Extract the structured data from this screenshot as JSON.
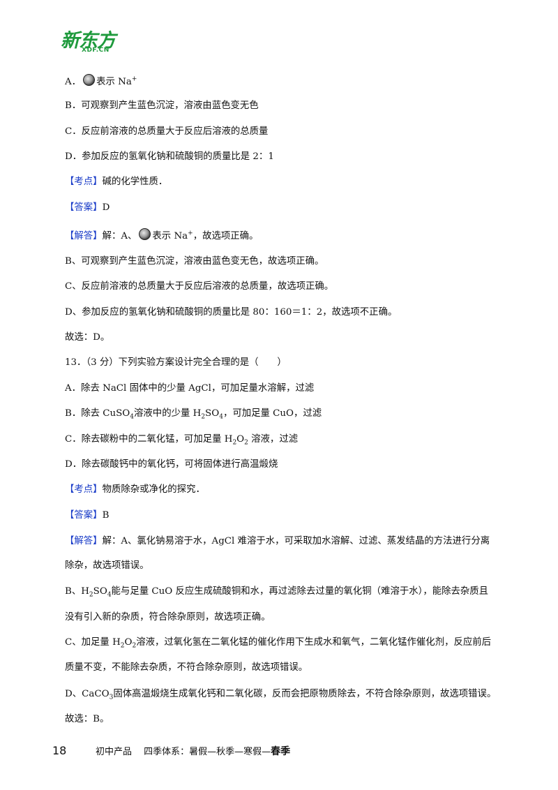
{
  "header": {
    "logo_main": "新东方",
    "logo_sub": "XDF.CN"
  },
  "q12": {
    "optA_prefix": "A．",
    "optA_text": "表示 Na",
    "optA_sup": "+",
    "optB": "B．可观察到产生蓝色沉淀，溶液由蓝色变无色",
    "optC": "C．反应前溶液的总质量大于反应后溶液的总质量",
    "optD": "D．参加反应的氢氧化钠和硫酸铜的质量比是 2：1",
    "kaodian_tag": "【考点】",
    "kaodian": "碱的化学性质．",
    "answer_tag": "【答案】",
    "answer": "D",
    "jieda_tag": "【解答】",
    "jieda_a_prefix": "解：A、",
    "jieda_a_text": "表示 Na",
    "jieda_a_sup": "+",
    "jieda_a_tail": "，故选项正确。",
    "jieda_b": "B、可观察到产生蓝色沉淀，溶液由蓝色变无色，故选项正确。",
    "jieda_c": "C、反应前溶液的总质量大于反应后溶液的总质量，故选项正确。",
    "jieda_d": "D、参加反应的氢氧化钠和硫酸铜的质量比是 80：160＝1：2，故选项不正确。",
    "choose": "故选：D。"
  },
  "q13": {
    "stem": "13．（3 分）下列实验方案设计完全合理的是（　　）",
    "optA": "A．除去 NaCl 固体中的少量 AgCl，可加足量水溶解，过滤",
    "optB_1": "B．除去 CuSO",
    "optB_2": "4",
    "optB_3": "溶液中的少量 H",
    "optB_4": "2",
    "optB_5": "SO",
    "optB_6": "4",
    "optB_7": "，可加足量 CuO，过滤",
    "optC_1": "C．除去碳粉中的二氧化锰，可加足量 H",
    "optC_2": "2",
    "optC_3": "O",
    "optC_4": "2",
    "optC_5": " 溶液，过滤",
    "optD": "D．除去碳酸钙中的氧化钙，可将固体进行高温煅烧",
    "kaodian_tag": "【考点】",
    "kaodian": "物质除杂或净化的探究．",
    "answer_tag": "【答案】",
    "answer": "B",
    "jieda_tag": "【解答】",
    "jieda_a1": "解：A、氯化钠易溶于水，AgCl 难溶于水，可采取加水溶解、过滤、蒸发结晶的方法进行分离",
    "jieda_a2": "除杂，故选项错误。",
    "jieda_b1_1": "B、H",
    "jieda_b1_2": "2",
    "jieda_b1_3": "SO",
    "jieda_b1_4": "4",
    "jieda_b1_5": "能与足量 CuO 反应生成硫酸铜和水，再过滤除去过量的氧化铜（难溶于水），能除去杂质且",
    "jieda_b2": "没有引入新的杂质，符合除杂原则，故选项正确。",
    "jieda_c1_1": "C、加足量 H",
    "jieda_c1_2": "2",
    "jieda_c1_3": "O",
    "jieda_c1_4": "2",
    "jieda_c1_5": "溶液，过氧化氢在二氧化锰的催化作用下生成水和氧气，二氧化锰作催化剂，反应前后",
    "jieda_c2": "质量不变，不能除去杂质，不符合除杂原则，故选项错误。",
    "jieda_d_1": "D、CaCO",
    "jieda_d_2": "3",
    "jieda_d_3": "固体高温煅烧生成氧化钙和二氧化碳，反而会把原物质除去，不符合除杂原则，故选项错误。",
    "choose": "故选：B。"
  },
  "footer": {
    "page_number": "18",
    "text": "初中产品　 四季体系：暑假—秋季—寒假—",
    "bold": "春季"
  }
}
